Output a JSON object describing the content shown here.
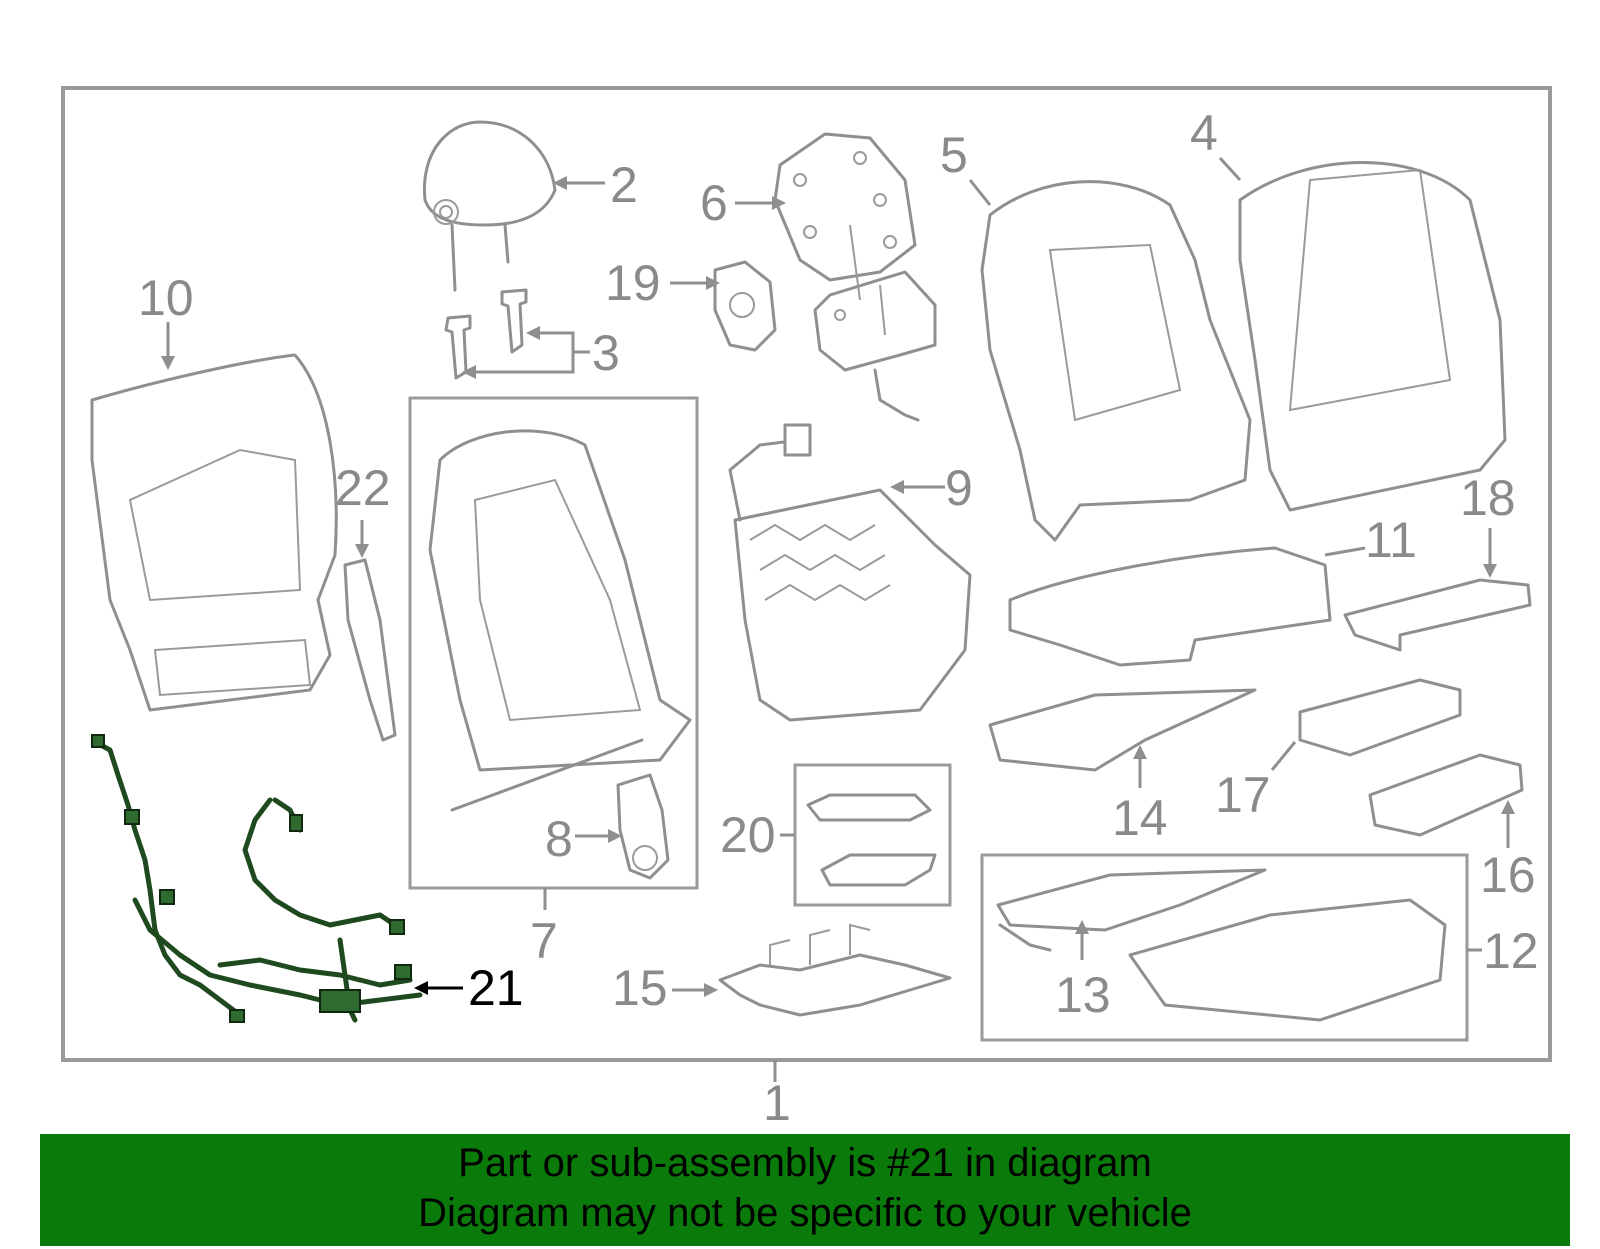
{
  "callouts": {
    "c1": "1",
    "c2": "2",
    "c3": "3",
    "c4": "4",
    "c5": "5",
    "c6": "6",
    "c7": "7",
    "c8": "8",
    "c9": "9",
    "c10": "10",
    "c11": "11",
    "c12": "12",
    "c13": "13",
    "c14": "14",
    "c15": "15",
    "c16": "16",
    "c17": "17",
    "c18": "18",
    "c19": "19",
    "c20": "20",
    "c21": "21",
    "c22": "22"
  },
  "highlight_part": "21",
  "colors": {
    "line_gray": "#8f8f8f",
    "highlight_green": "#1f4a1f",
    "banner_green": "#0a7a0a"
  },
  "banner": {
    "line1": "Part or sub-assembly is #21 in diagram",
    "line2": "Diagram may not be specific to your vehicle"
  }
}
